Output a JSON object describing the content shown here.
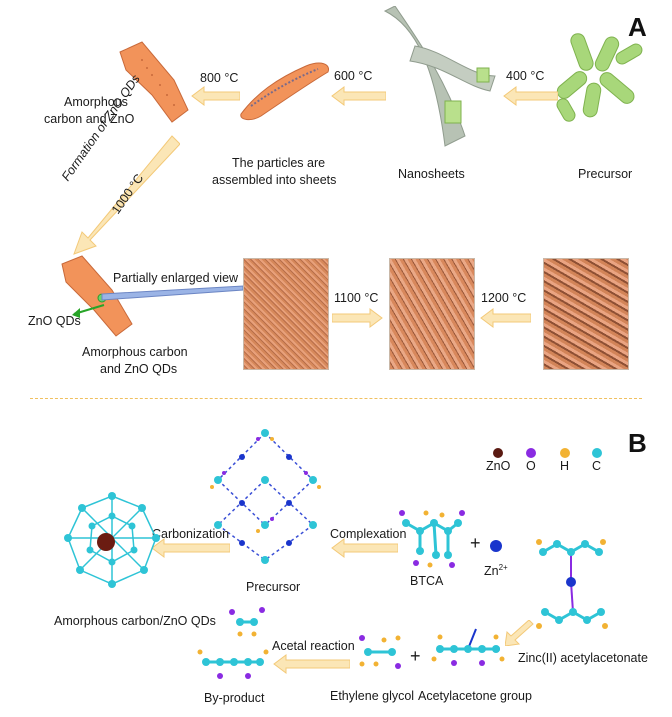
{
  "panel_a": {
    "letter": "A",
    "labels": {
      "precursor": "Precursor",
      "nanosheets": "Nanosheets",
      "particles_line1": "The particles are",
      "particles_line2": "assembled into sheets",
      "amorph_carbon_zno_line1": "Amorphous",
      "amorph_carbon_zno_line2": "carbon and ZnO",
      "formation": "Formation of ZnO QDs",
      "partially_enlarged": "Partially enlarged view",
      "zno_qds": "ZnO QDs",
      "amorph_qds_line1": "Amorphous carbon",
      "amorph_qds_line2": "and ZnO QDs"
    },
    "temps": {
      "t400": "400 °C",
      "t600": "600 °C",
      "t800": "800 °C",
      "t1000": "1000 °C",
      "t1100": "1100 °C",
      "t1200": "1200 °C"
    }
  },
  "panel_b": {
    "letter": "B",
    "legend": [
      {
        "symbol": "C",
        "color": "#2ec4d6"
      },
      {
        "symbol": "H",
        "color": "#f2b233"
      },
      {
        "symbol": "O",
        "color": "#8a2be2"
      },
      {
        "symbol": "ZnO",
        "color": "#5a1a12"
      }
    ],
    "labels": {
      "zinc_acac": "Zinc(II) acetylacetonate",
      "zn2": "Zn",
      "zn2_sup": "2+",
      "plus1": "+",
      "btca": "BTCA",
      "complexation": "Complexation",
      "precursor": "Precursor",
      "carbonization": "Carbonization",
      "amorph_carbon_zno_qds": "Amorphous carbon/ZnO QDs",
      "acac_group": "Acetylacetone group",
      "plus2": "+",
      "ethylene_glycol": "Ethylene glycol",
      "acetal_reaction": "Acetal reaction",
      "by_product": "By-product"
    }
  }
}
